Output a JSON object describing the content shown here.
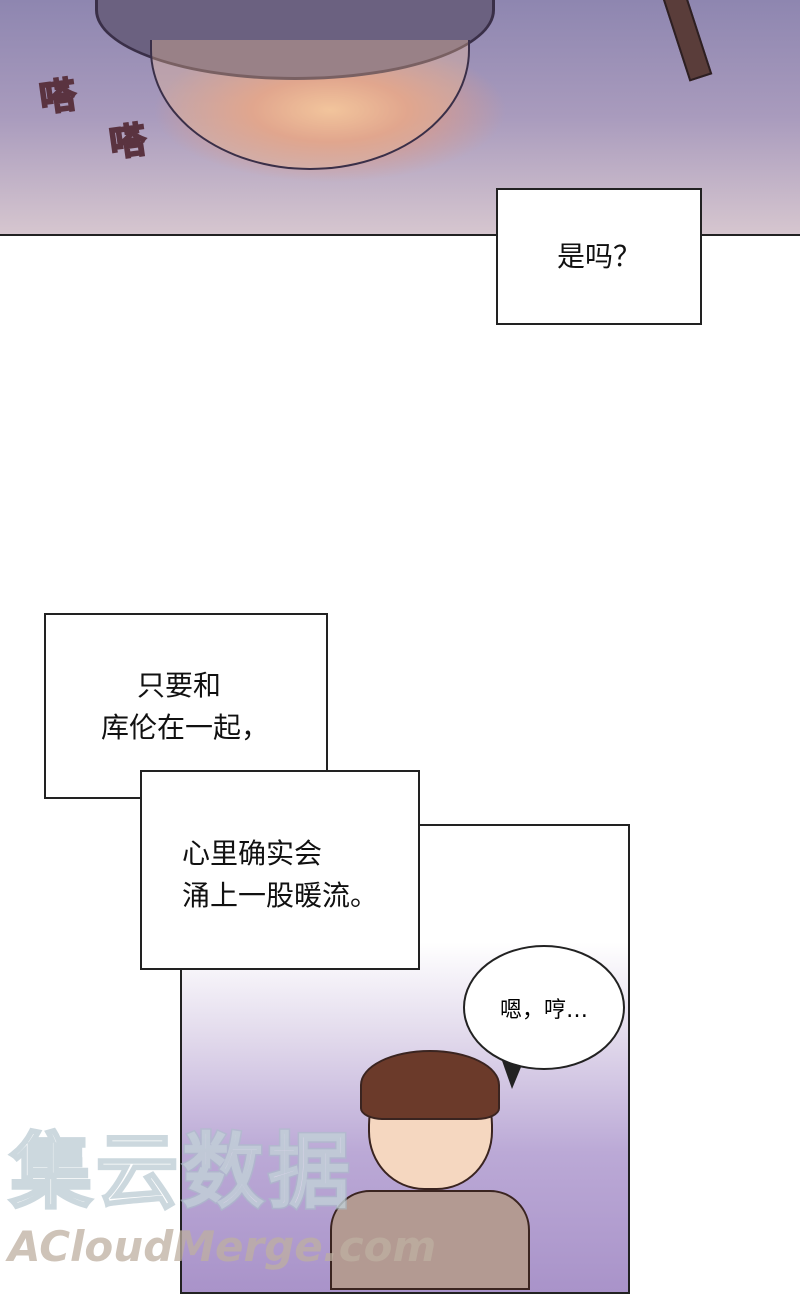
{
  "panel1": {
    "sfx": [
      "嗒",
      "嗒"
    ]
  },
  "captions": {
    "top": "是吗？",
    "box1": [
      "只要和",
      "库伦在一起，"
    ],
    "box2": [
      "心里确实会",
      "涌上一股暖流。"
    ]
  },
  "speech_bubble": "嗯，哼…",
  "watermark": {
    "cn": "集云数据",
    "en": "ACloudMerge.com"
  }
}
